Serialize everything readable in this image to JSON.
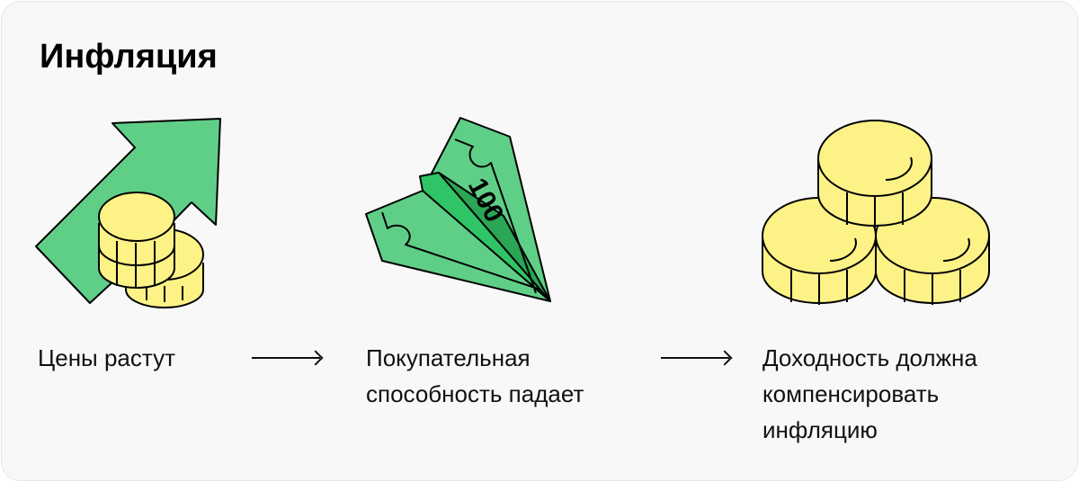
{
  "title": "Инфляция",
  "steps": [
    {
      "label": "Цены растут",
      "icon": "arrow-up-coins-icon"
    },
    {
      "label": "Покупательная способность падает",
      "icon": "banknote-plane-icon",
      "banknote_value": "100"
    },
    {
      "label": "Доходность должна компенсировать инфляцию",
      "icon": "coin-pyramid-icon"
    }
  ],
  "colors": {
    "green": "#5fcf88",
    "dark_green": "#2aa654",
    "coin": "#fdf286",
    "background": "#f8f8f8"
  }
}
